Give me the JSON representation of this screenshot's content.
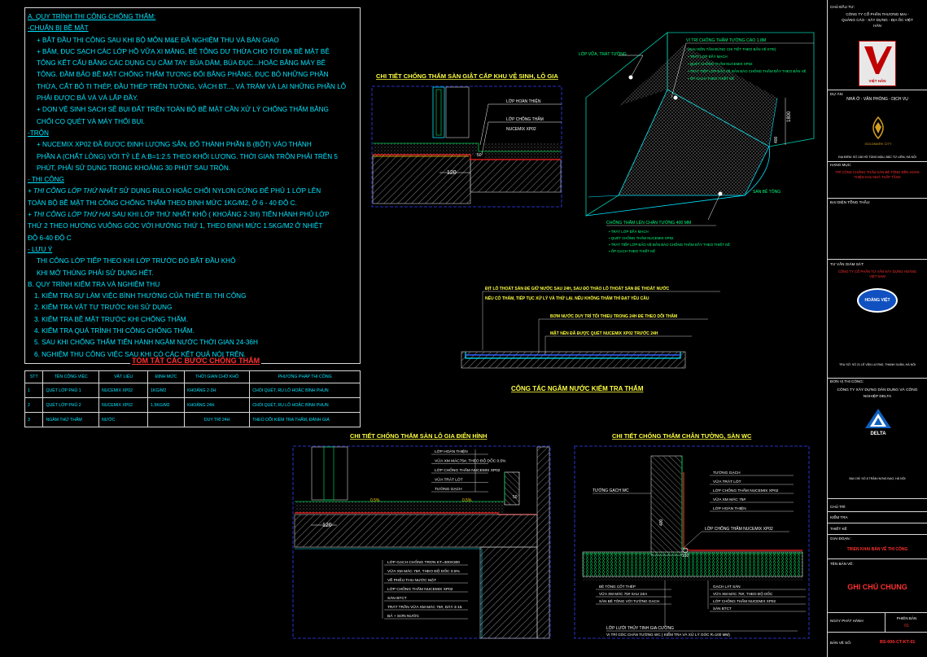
{
  "notes": {
    "heading": "A. QUY TRÌNH THI CÔNG CHỐNG THẤM:",
    "prep_title": "-CHUẨN BỊ BỀ MẶT",
    "prep_lines": [
      "+ BẮT ĐẦU THI CÔNG SAU KHI BỘ MÔN M&E ĐÃ NGHIỆM THU VÀ BÀN GIAO",
      "+ BĂM, ĐỤC SẠCH CÁC LỚP HỒ VỮA XI MĂNG, BÊ TÔNG DƯ THỪA CHO TỚI ĐẠ BỀ MẶT BÊ",
      "TÔNG KẾT CẤU BẰNG CÁC DỤNG CỤ CẦM TAY: BÚA DĂM, BÚA ĐỤC...HOẶC BẰNG MÁY BÊ",
      "TÔNG. ĐẦM BẢO BỀ MẶT CHỐNG THẤM TƯƠNG ĐỐI BẰNG PHẲNG, ĐỤC BỎ NHỮNG PHẦN",
      "THỪA, CẮT BỎ TI THÉP, ĐẦU THÉP TRÊN TƯỜNG, VÁCH BT..., VÀ TRÁM VÀ LẠI NHỮNG PHẦN LỖ",
      "PHẢI ĐƯỢC BẢ VÀ VÁ LẤP ĐẦY.",
      "+ DỌN VỆ SINH SẠCH SẼ BỤI ĐẤT TRÊN TOÀN BỘ BỀ MẶT CẦN XỬ LÝ CHỐNG THẤM BẰNG",
      "CHỔI CỌ QUÉT VÀ MÁY THỔI BỤI."
    ],
    "mix_title": "-TRỘN",
    "mix_lines": [
      "+ NUCEMIX XP02 ĐÃ ĐƯỢC ĐỊNH LƯỢNG SẴN, ĐỔ THÀNH PHẦN B (BỘT) VÀO THÀNH",
      "PHẦN A (CHẤT LỎNG) VỚI TỶ LỆ A:B=1:2.5 THEO KHỐI LƯỢNG. THỜI GIAN TRỘN PHẢI TRÊN 5",
      "PHÚT, PHẢI SỬ DỤNG TRONG KHOẢNG 30 PHÚT SAU TRỘN."
    ],
    "work_title": "- THI CÔNG",
    "work_lines": [
      {
        "em": "+ THI CÔNG LỚP THỨ NHẤT",
        "rest": " SỬ DỤNG RULO HOẶC CHỔI NYLON CỨNG ĐỂ PHỦ 1 LỚP LÊN"
      },
      {
        "em": "",
        "rest": "TOÀN BỘ BỀ MẶT THI CÔNG CHỐNG THẤM THEO ĐỊNH MỨC 1KG/M2, Ở 6 - 40 ĐỘ C."
      },
      {
        "em": "+ THI CÔNG LỚP THỨ HAI",
        "rest": " SAU KHI LỚP THỨ NHẤT KHÔ ( KHOẢNG 2-3H) TIẾN HÀNH PHỦ LỚP"
      },
      {
        "em": "",
        "rest": "THỨ 2 THEO HƯỚNG VUÔNG GÓC VỚI HƯỚNG THỨ 1, THEO ĐỊNH MỨC 1.5KG/M2 Ở NHIỆT"
      },
      {
        "em": "",
        "rest": "ĐỘ 6-40 ĐỘ C"
      }
    ],
    "note_title": "- LƯU Ý",
    "note_lines": [
      "THI CÔNG LỚP TIẾP THEO KHI LỚP TRƯỚC ĐÓ BẮT ĐẦU KHÔ",
      "KHI MỞ THÙNG PHẢI SỬ DỤNG HẾT."
    ],
    "check_title": "B. QUY TRÌNH KIỂM TRA VÀ NGHIỆM THU",
    "check_lines": [
      "1. KIỂM TRA SỰ LÀM VIỆC BÌNH THƯỜNG CỦA THIẾT BỊ THI CÔNG",
      "2. KIỂM TRA VẬT TƯ TRƯỚC KHI SỬ DỤNG",
      "3. KIỂM TRA BỀ MẶT TRƯỚC KHI CHỐNG THẤM.",
      "4. KIỂM TRA QUÁ TRÌNH THI CÔNG CHỐNG THẤM.",
      "5. SAU KHI CHỐNG THẤM TIẾN HÀNH NGÂM NƯỚC THỜI GIAN 24-36H",
      "6. NGHIỆM THU CÔNG VIỆC SAU KHI CÓ CÁC KẾT QUẢ NÓI TRÊN."
    ]
  },
  "summary": {
    "title": "TÓM TẮT CÁC BƯỚC CHỐNG THẤM",
    "headers": [
      "STT",
      "TÊN CÔNG VIỆC",
      "VẬT LIỆU",
      "ĐỊNH MỨC",
      "THỜI GIAN CHỜ KHÔ",
      "PHƯƠNG PHÁP THI CÔNG"
    ],
    "rows": [
      [
        "1",
        "QUÉT LỚP PHỦ 1",
        "NUCEMIX XP02",
        "1KG/M2",
        "KHOẢNG 2-3H",
        "CHỔI QUÉT, RU LÔ HOẶC BÌNH PHUN"
      ],
      [
        "2",
        "QUÉT LỚP PHỦ 2",
        "NUCEMIX XP02",
        "1.5KG/M2",
        "KHOẢNG 24H",
        "CHỔI QUÉT, RU LÔ HOẶC BÌNH PHUN"
      ],
      [
        "3",
        "NGÂM THỬ THẤM",
        "NƯỚC",
        "",
        "DUY TRÌ 24H",
        "THEO DÕI KIỂM TRA THẤM, ĐÁNH GIÁ"
      ]
    ]
  },
  "details": {
    "d1_title": "CHI TIẾT CHỐNG THẤM SÀN GIẬT CẤP KHU VỆ SINH, LÔ GIA",
    "d1_labels": [
      "LỚP HOÀN THIỆN",
      "LỚP CHỐNG THẤM",
      "NUCEMIX XP02"
    ],
    "d1_dims": [
      "50",
      "120"
    ],
    "d2_labels_left": [
      "LỚP VỮA, TRÁT TƯỜNG"
    ],
    "d2_wall_title": "VỊ TRÍ CHỐNG THẤM TƯỜNG CAO 1.8M",
    "d2_wall_lines": [
      "(KHU BỒN TẮM ĐỨNG CHI TIẾT THEO BẢN VẼ KTĐ)",
      "▪ TRÁT LỚP ĐẦY MẠCH",
      "▪ QUÉT CHỐNG THẤM NUCEMIX XP02",
      "▪ TRÁT TIẾP LỚP BẢO VỆ BẢN BÁO CHỐNG THẤM ĐẦY THEO BẢN VẼ",
      "▪ ỐP GẠCH THEO THIẾT KẾ"
    ],
    "d2_floor_title": "CHỐNG THẤM LÊN CHÂN TƯỜNG 400 MM",
    "d2_floor_lines": [
      "▪ TRÁT LỚP ĐẦY MẠCH",
      "▪ QUÉT CHỐNG THẤM NUCEMIX XP02",
      "▪ TRÁT TIẾP LỚP BẢO VỆ BẢN BÁO CHỐNG THẤM DẦY THEO THIẾT KẾ",
      "▪ ỐP GẠCH THEO THIẾT KẾ"
    ],
    "d2_floor_right": "SÀN BÊ TÔNG",
    "d2_dims": [
      "1800",
      "400"
    ],
    "d3_note1": "ĐỊT LỖ THOÁT SÀN ĐỂ GIỮ NƯỚC SAU 24H, SAU ĐÓ THÁO LỖ THOÁT SÀN ĐỂ THOÁT NƯỚC",
    "d3_note2": "NẾU CÓ THẤM, TIẾP TỤC XỬ LÝ VÀ THỬ LẠI. NẾU KHÔNG THẤM THÌ ĐẠT YÊU CẦU",
    "d3_note3": "BƠM NƯỚC DUY TRÌ TỐI THIỂU TRONG 24H ĐỂ THEO DÕI THẤM",
    "d3_note4": "MẶT NỀN ĐÃ ĐƯỢC QUÉT NUCEMIX XP02 TRƯỚC 24H",
    "d3_title": "CÔNG TÁC NGÂM NƯỚC KIỂM TRA THẤM",
    "d4_title": "CHI TIẾT CHỐNG THẤM SÀN LÔ GIA ĐIỂN HÌNH",
    "d4_labels_top": [
      "LỚP HOÀN THIỆN",
      "VỮA XM MÁC75#, THEO ĐỘ DỐC 0.5%",
      "LỚP CHỐNG THẤM NUCEMIX XP02",
      "VỮA TRÁT LÓT",
      "TƯỜNG GẠCH"
    ],
    "d4_labels_bottom": [
      "LỚP GẠCH CHỐNG TRƠN KT=300X300",
      "VỮA XM MÁC 75#, THEO ĐỘ DỐC 0.5%",
      "VỀ PHỄU THU NƯỚC MẶT",
      "LỚP CHỐNG THẤM NUCEMIX XP02",
      "SÀN BTCT",
      "TRÁT TRẦN VỮA XM MÁC 75#, DÀY 3-15",
      "BẢ + SƠN NƯỚC"
    ],
    "d4_dims": [
      "0.5%",
      "0.5%",
      "50",
      "120"
    ],
    "d5_title": "CHI TIẾT CHỐNG THẤM CHÂN TƯỜNG, SÀN WC",
    "d5_left": "TƯỜNG GẠCH WC",
    "d5_labels_top": [
      "TƯỜNG GẠCH",
      "VỮA TRÁT LÓT",
      "LỚP CHỐNG THẤM NUCEMIX XP02",
      "VỮA XM MÁC 75#",
      "LỚP HOÀN THIỆN"
    ],
    "d5_mid": "LỚP CHỐNG THẤM NUCEMIX XP02",
    "d5_labels_bl": [
      "BÊ TÔNG CỐT THÉP",
      "VỮA XM MÁC 75# SAU 24H",
      "SÀN BÊ TÔNG VỚI TƯỜNG GẠCH"
    ],
    "d5_labels_br": [
      "GẠCH LÁT SÀN",
      "VỮA XM MÁC 75#, THEO ĐỘ DỐC",
      "LỚP CHỐNG THẤM NUCEMIX XP02",
      "SÀN BTCT"
    ],
    "d5_bottom": "LỚP LƯỚI THỦY TINH GIA CƯỜNG",
    "d5_bottom2": "VỊ TRÍ GÓC CHÂN TƯỜNG WC ( KIỂM TRA VÀ XỬ LÝ GÓC R=100 MM)",
    "d5_dims": [
      "400",
      "150"
    ]
  },
  "titleblock": {
    "owner_label": "CHỦ ĐẦU TƯ:",
    "owner_name": "CÔNG TY CỔ PHẦN THƯƠNG MẠI - QUẢNG CÁO - XÂY DỰNG - ĐỊA ỐC VIỆT HÂN",
    "owner_logo": "VIỆT HÂN",
    "project_label": "DỰ ÁN:",
    "project_name": "NHÀ Ở - VĂN PHÒNG - DỊCH VỤ",
    "project_logo": "GOLDMARK CITY",
    "project_addr": "ĐỊA ĐIỂM: SỐ 136 HỒ TÙNG MẬU, BẮC TỪ LIÊM, HÀ NỘI",
    "item_red": "TRÌ CÔNG CHỐNG THẤM SÀN BÊ TÔNG ĐẾN HOÀN THIỆN KHU NHÀ THẤP TẦNG",
    "design_label": "ĐẠI DIỆN TỔNG THẦU:",
    "consult_label": "TƯ VẤN GIÁM SÁT:",
    "consult_name": "CÔNG TY CỔ PHẦN TƯ VẤN XÂY DỰNG HOÀNG VIỆT NAM",
    "consult_logo": "HOÀNG VIỆT",
    "consult_addr": "TRỤ SỞ: SỐ 21 LÊ VĂN LƯƠNG, THANH XUÂN, HÀ NỘI",
    "contractor_label": "ĐƠN VỊ THI CÔNG:",
    "contractor_name": "CÔNG TY XÂY DỰNG DÂN DỤNG VÀ CÔNG NGHIỆP DELTA",
    "contractor_logo": "DELTA",
    "contractor_addr": "ĐỊA CHỈ: SỐ 8 TRẦN HƯNG ĐẠO, HÀ NỘI",
    "roles": [
      "CHỦ TRÌ",
      "KIỂM TRA",
      "THIẾT KẾ"
    ],
    "stage_label": "GIAI ĐOẠN :",
    "stage": "TRIỂN KHAI BẢN VẼ THI CÔNG",
    "sheet_label": "TÊN BẢN VẼ:",
    "sheet_name": "GHI CHÚ CHUNG",
    "date_label": "NGÀY PHÁT HÀNH",
    "rev_label": "PHIÊN BẢN",
    "rev": "01",
    "no_label": "BẢN VẼ SỐ:",
    "no": "BS-000-CT-KT-01"
  }
}
